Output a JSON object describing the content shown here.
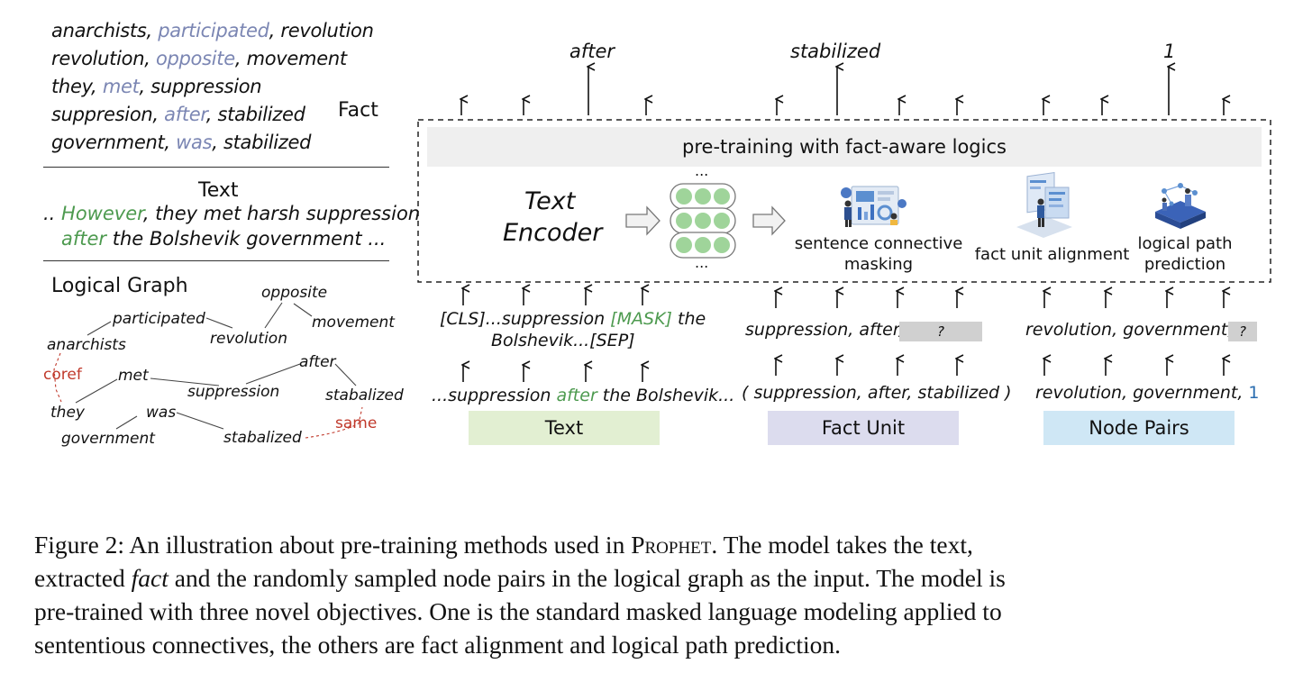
{
  "facts": [
    {
      "a": "anarchists, ",
      "b": "participated",
      "c": ", revolution"
    },
    {
      "a": "revolution, ",
      "b": "opposite",
      "c": ", movement"
    },
    {
      "a": "they, ",
      "b": "met",
      "c": ", suppression"
    },
    {
      "a": "suppresion, ",
      "b": "after",
      "c": ", stabilized"
    },
    {
      "a": "government, ",
      "b": "was",
      "c": ", stabilized"
    }
  ],
  "fact_label": "Fact",
  "text_section": {
    "title": "Text",
    "line1_pre": ".. ",
    "line1_green": "However",
    "line1_post": ", they met harsh suppression",
    "line2_green": "after",
    "line2_post": " the Bolshevik government ..."
  },
  "graph": {
    "title": "Logical Graph",
    "nodes": {
      "opposite": "opposite",
      "participated": "participated",
      "movement": "movement",
      "anarchists": "anarchists",
      "revolution": "revolution",
      "after": "after",
      "coref": "coref",
      "met": "met",
      "suppression": "suppression",
      "stabalized1": "stabalized",
      "they": "they",
      "was": "was",
      "same": "same",
      "government": "government",
      "stabalized2": "stabalized"
    }
  },
  "outputs": {
    "after": "after",
    "stabilized": "stabilized",
    "one": "1"
  },
  "pretrain_header": "pre-training with fact-aware logics",
  "encoder": {
    "line1": "Text",
    "line2": "Encoder",
    "dots": "..."
  },
  "objectives": {
    "masking": "sentence connective\nmasking",
    "alignment": "fact unit alignment",
    "path": "logical path\nprediction"
  },
  "inputs": {
    "text_masked_pre": "[CLS]...suppression ",
    "text_masked_mask": "[MASK]",
    "text_masked_post": " the",
    "text_masked_line2": "Bolshevik...[SEP]",
    "fact_masked": "suppression, after,",
    "pair_masked": "revolution, government,",
    "mask_symbol": "?",
    "text_raw_pre": "...suppression ",
    "text_raw_green": "after",
    "text_raw_post": " the Bolshevik...",
    "fact_raw": "( suppression, after, stabilized )",
    "pair_raw_pre": "revolution, government, ",
    "pair_raw_num": "1"
  },
  "tags": {
    "text": "Text",
    "fact": "Fact Unit",
    "pairs": "Node Pairs"
  },
  "colors": {
    "accent": "#7b86b3",
    "green_text": "#4d9a4f",
    "red": "#c0392b",
    "text_tag": "#e2efd2",
    "fact_tag": "#dcdcee",
    "pairs_tag": "#cfe7f5",
    "header_bg": "#efefef",
    "neuron": "#9fd49a"
  },
  "caption": {
    "line1_a": "Figure 2: An illustration about pre-training methods used in ",
    "line1_name": "Prophet",
    "line1_b": ". The model takes the text,",
    "line2_a": "extracted ",
    "line2_fact": "fact",
    "line2_b": " and the randomly sampled node pairs in the logical graph as the input. The model is",
    "line3": "pre-trained with three novel objectives. One is the standard masked language modeling applied to",
    "line4": "sententious connectives, the others are fact alignment and logical path prediction."
  }
}
